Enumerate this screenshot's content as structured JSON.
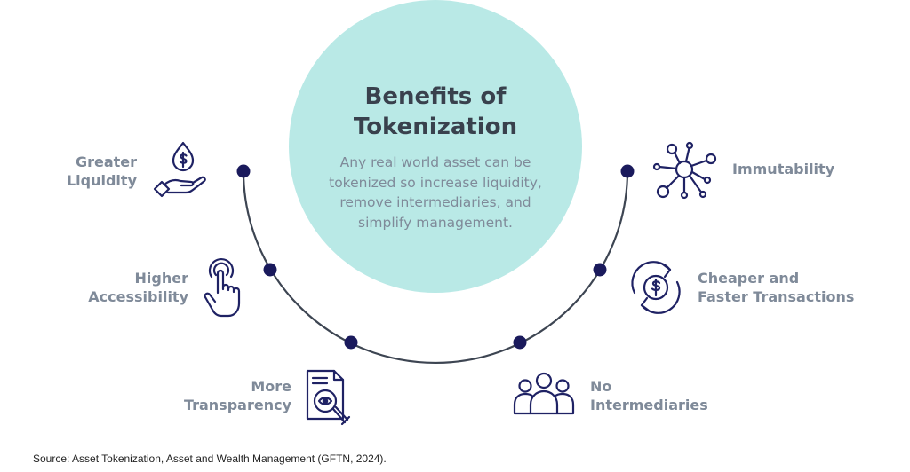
{
  "center": {
    "title_line1": "Benefits of",
    "title_line2": "Tokenization",
    "description": "Any real world asset can be tokenized so increase liquidity, remove intermediaries, and simplify management."
  },
  "benefits": [
    {
      "line1": "Greater",
      "line2": "Liquidity",
      "icon": "hand-dollar-drop-icon"
    },
    {
      "line1": "Higher",
      "line2": "Accessibility",
      "icon": "touch-finger-icon"
    },
    {
      "line1": "More",
      "line2": "Transparency",
      "icon": "document-magnifier-icon"
    },
    {
      "line1": "No",
      "line2": "Intermediaries",
      "icon": "people-group-icon"
    },
    {
      "line1": "Cheaper and",
      "line2": "Faster Transactions",
      "icon": "dollar-cycle-icon"
    },
    {
      "line1": "Immutability",
      "line2": "",
      "icon": "network-nodes-icon"
    }
  ],
  "source": "Source: Asset Tokenization, Asset and Wealth Management (GFTN, 2024).",
  "colors": {
    "circle_fill": "#b9e9e6",
    "arc_stroke": "#3d4552",
    "dot_fill": "#1a1a5c",
    "icon_stroke": "#1f2264",
    "title_text": "#39414d",
    "label_text": "#7f8a99"
  }
}
